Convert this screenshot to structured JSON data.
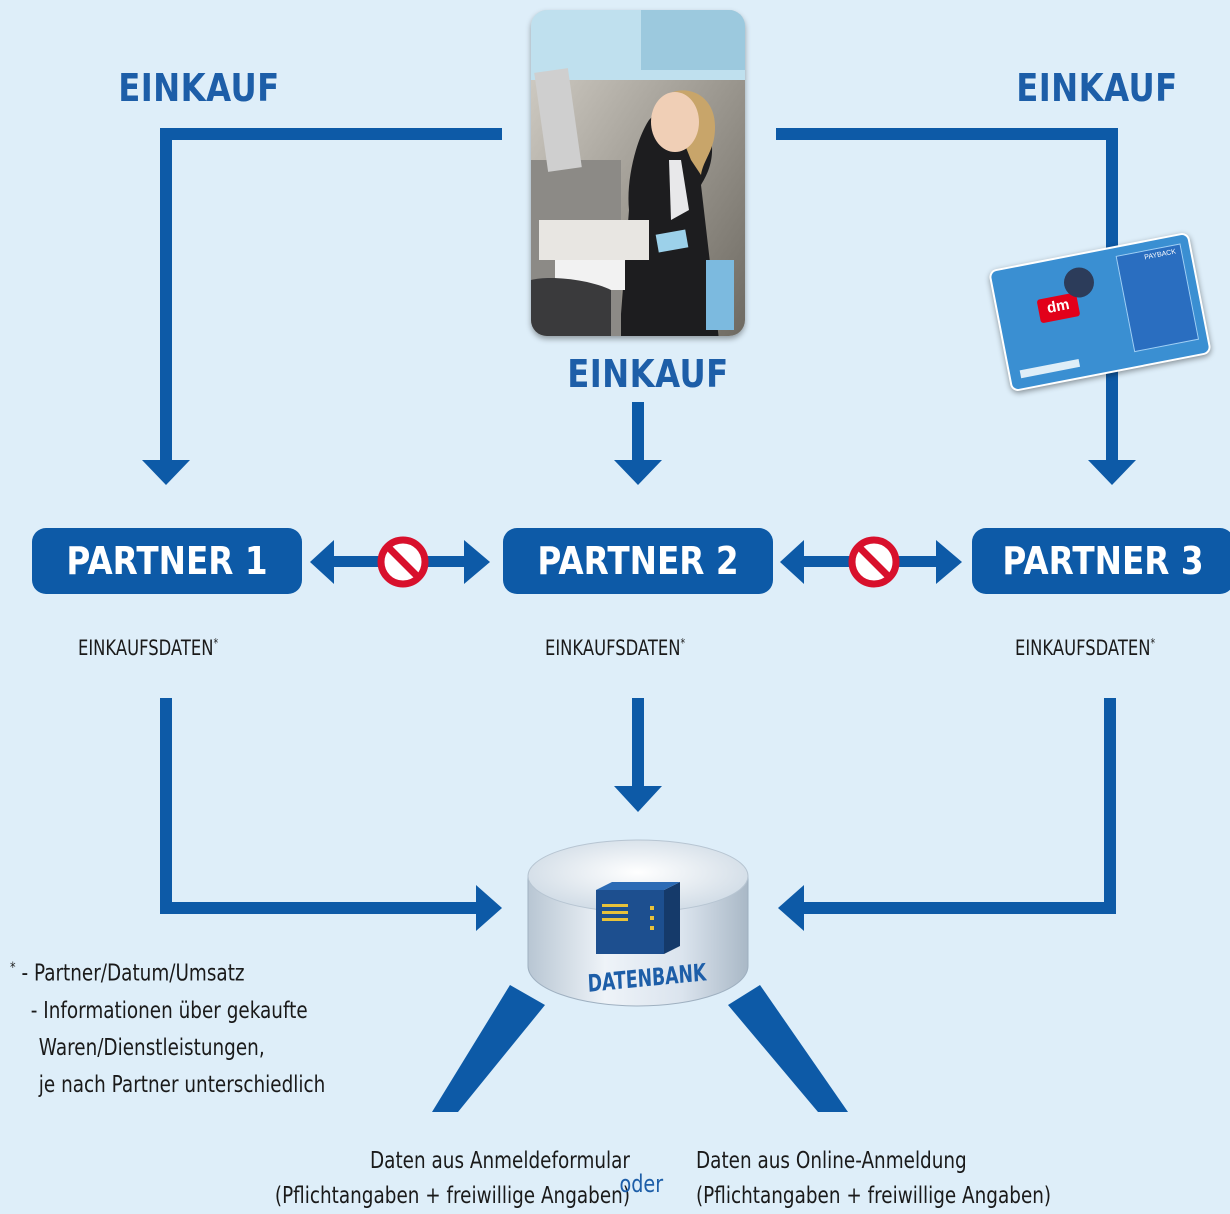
{
  "purchase_left": "EINKAUF",
  "purchase_right": "EINKAUF",
  "purchase_center": "EINKAUF",
  "partners": [
    "PARTNER 1",
    "PARTNER 2",
    "PARTNER 3"
  ],
  "purchase_data": "EINKAUFSDATEN",
  "asterisk": "*",
  "database": "DATENBANK",
  "footnote": {
    "line1": "- Partner/Datum/Umsatz",
    "line2": "- Informationen über gekaufte",
    "line3": "Waren/Dienstleistungen,",
    "line4": "je nach Partner unterschiedlich"
  },
  "sources": {
    "form_line1": "Daten aus Anmeldeformular",
    "form_line2": "(Pflichtangaben + freiwillige Angaben)",
    "or": "oder",
    "online_line1": "Daten aus Online-Anmeldung",
    "online_line2": "(Pflichtangaben + freiwillige Angaben)"
  },
  "card_logo": "dm",
  "card_brand": "PAYBACK",
  "colors": {
    "arrow": "#0d5aa7",
    "heading": "#1d5ea8",
    "background": "#deeef9",
    "prohibited": "#d8102c"
  }
}
